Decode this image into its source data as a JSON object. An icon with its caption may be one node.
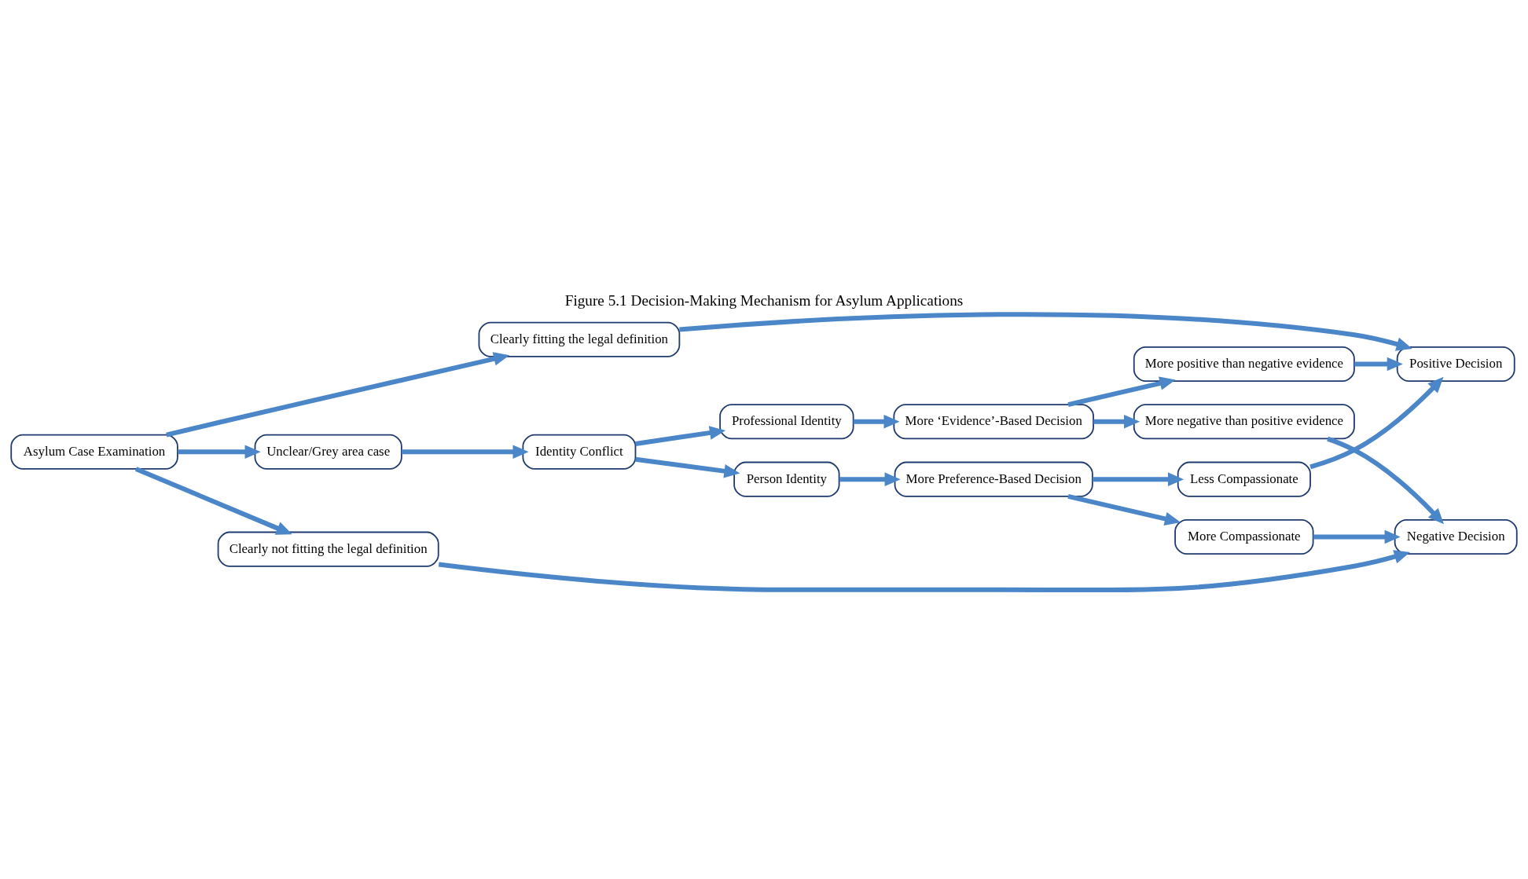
{
  "diagram": {
    "title": "Figure 5.1 Decision-Making Mechanism for Asylum Applications",
    "nodes": [
      {
        "text": [
          "Asylum Case Examination"
        ]
      },
      {
        "text": [
          "Clearly fitting the legal definition"
        ]
      },
      {
        "text": [
          "Clearly not fitting the legal definition"
        ]
      },
      {
        "text": [
          "Unclear/Grey area case"
        ]
      },
      {
        "text": [
          "Identity Conflict"
        ]
      },
      {
        "text": [
          "Professional Identity"
        ]
      },
      {
        "text": [
          "Person Identity"
        ]
      },
      {
        "text": [
          "More ‘Evidence’-Based Decision"
        ]
      },
      {
        "text": [
          "More Preference-Based Decision"
        ]
      },
      {
        "text": [
          "More positive than negative evidence"
        ]
      },
      {
        "text": [
          "More negative than positive evidence"
        ]
      },
      {
        "text": [
          "More Compassionate"
        ]
      },
      {
        "text": [
          "Less Compassionate"
        ]
      },
      {
        "text": [
          "Positive Decision"
        ]
      },
      {
        "text": [
          "Negative Decision"
        ]
      }
    ],
    "edges": [
      {
        "from": 0,
        "to": 1,
        "arrow": "to"
      },
      {
        "from": 0,
        "to": 2,
        "arrow": "to"
      },
      {
        "from": 0,
        "to": 3,
        "arrow": "to"
      },
      {
        "from": 3,
        "to": 4,
        "arrow": "to"
      },
      {
        "from": 4,
        "to": 5,
        "arrow": "to"
      },
      {
        "from": 4,
        "to": 6,
        "arrow": "to"
      },
      {
        "from": 5,
        "to": 7,
        "arrow": "to"
      },
      {
        "from": 6,
        "to": 8,
        "arrow": "to"
      },
      {
        "from": 7,
        "to": 9,
        "arrow": "to"
      },
      {
        "from": 7,
        "to": 10,
        "arrow": "to"
      },
      {
        "from": 8,
        "to": 11,
        "arrow": "to"
      },
      {
        "from": 8,
        "to": 12,
        "arrow": "to"
      },
      {
        "from": 1,
        "to": 13,
        "arrow": "to"
      },
      {
        "from": 2,
        "to": 14,
        "arrow": "to"
      },
      {
        "from": 9,
        "to": 13,
        "arrow": "to"
      },
      {
        "from": 10,
        "to": 14,
        "arrow": "to"
      },
      {
        "from": 11,
        "to": 14,
        "arrow": "to"
      },
      {
        "from": 12,
        "to": 13,
        "arrow": "to"
      }
    ]
  }
}
